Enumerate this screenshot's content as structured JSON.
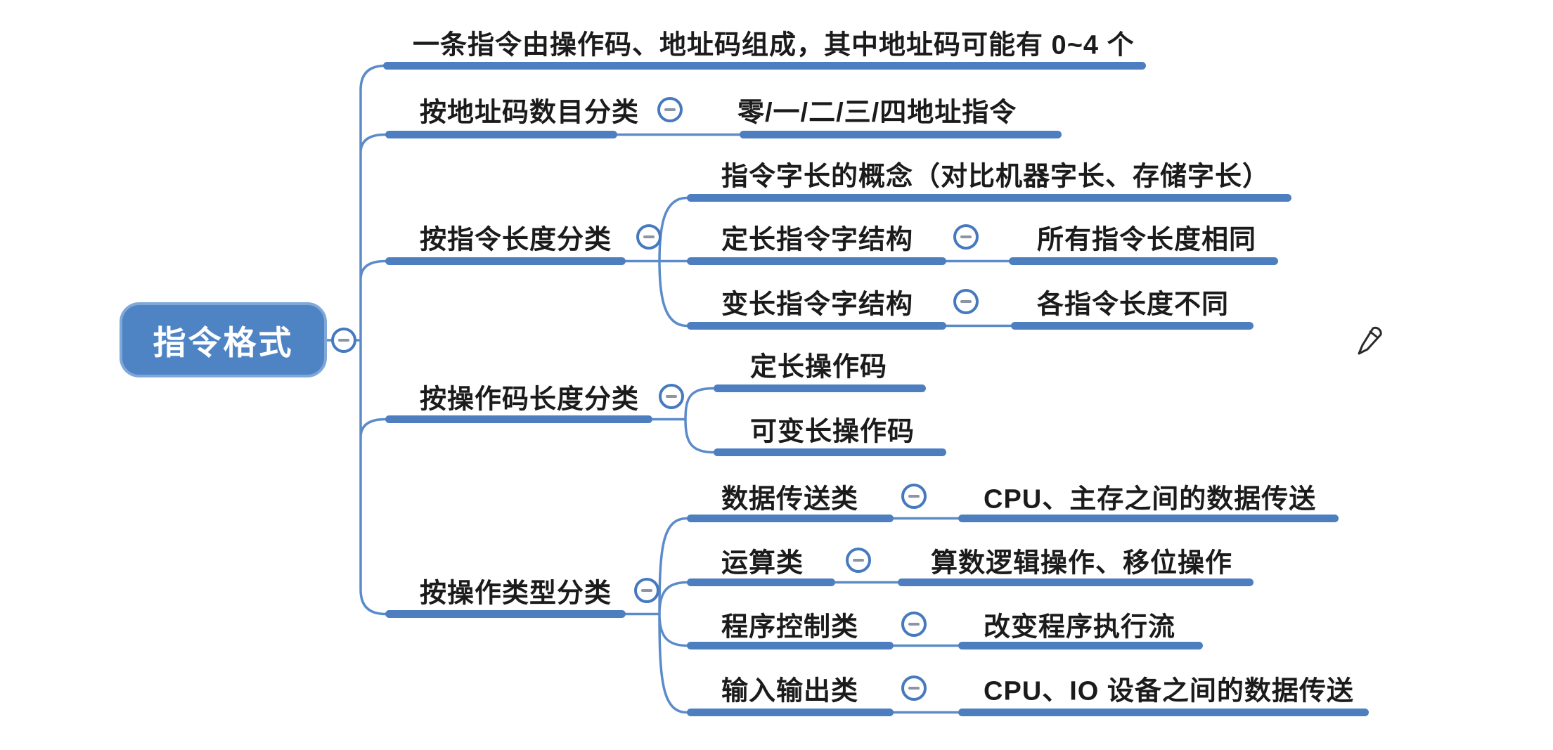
{
  "mindmap": {
    "root": {
      "label": "指令格式"
    },
    "branches": [
      {
        "label": "一条指令由操作码、地址码组成，其中地址码可能有 0~4 个"
      },
      {
        "label": "按地址码数目分类",
        "children": [
          {
            "label": "零/一/二/三/四地址指令"
          }
        ]
      },
      {
        "label": "按指令长度分类",
        "children": [
          {
            "label": "指令字长的概念（对比机器字长、存储字长）"
          },
          {
            "label": "定长指令字结构",
            "children": [
              {
                "label": "所有指令长度相同"
              }
            ]
          },
          {
            "label": "变长指令字结构",
            "children": [
              {
                "label": "各指令长度不同"
              }
            ]
          }
        ]
      },
      {
        "label": "按操作码长度分类",
        "children": [
          {
            "label": "定长操作码"
          },
          {
            "label": "可变长操作码"
          }
        ]
      },
      {
        "label": "按操作类型分类",
        "children": [
          {
            "label": "数据传送类",
            "children": [
              {
                "label": "CPU、主存之间的数据传送"
              }
            ]
          },
          {
            "label": "运算类",
            "children": [
              {
                "label": "算数逻辑操作、移位操作"
              }
            ]
          },
          {
            "label": "程序控制类",
            "children": [
              {
                "label": "改变程序执行流"
              }
            ]
          },
          {
            "label": "输入输出类",
            "children": [
              {
                "label": "CPU、IO 设备之间的数据传送"
              }
            ]
          }
        ]
      }
    ],
    "icons": {
      "collapse_button": "minus-circle-icon",
      "cursor": "pencil-icon"
    },
    "colors": {
      "branch_bar": "#4d7fc0",
      "connector_line": "#5b8bc9",
      "root_fill": "#4e84c4",
      "root_border": "#7fa8d9",
      "collapse_ring": "#4679bd",
      "collapse_minus": "#8b95a3",
      "text": "#1b1b1b",
      "root_text": "#ffffff"
    }
  }
}
